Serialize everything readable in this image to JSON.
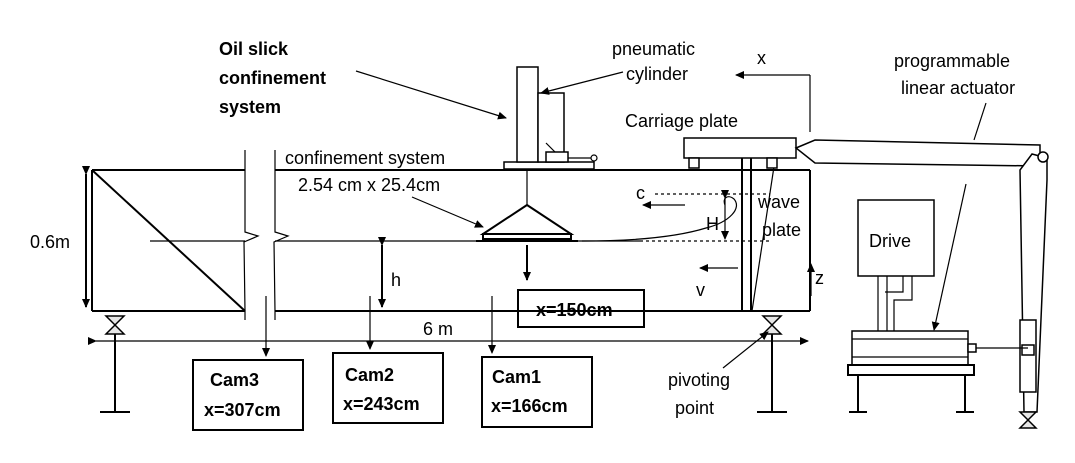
{
  "labels": {
    "system_title": [
      "Oil slick",
      "confinement",
      "system"
    ],
    "pneumatic": [
      "pneumatic",
      "cylinder"
    ],
    "actuator": [
      "programmable",
      "linear actuator"
    ],
    "carriage": "Carriage plate",
    "confinement": "confinement system",
    "confinement_size": "2.54 cm x 25.4cm",
    "depth_total": "0.6m",
    "depth_h": "h",
    "wave_height": "H",
    "celerity": "c",
    "velocity": "v",
    "wave_plate": [
      "wave",
      "plate"
    ],
    "axis_x": "x",
    "axis_z": "z",
    "tank_length": "6 m",
    "drive": "Drive",
    "pivot": [
      "pivoting",
      "point"
    ],
    "position_box": "x=150cm"
  },
  "cameras": [
    {
      "name": "Cam3",
      "pos": "x=307cm"
    },
    {
      "name": "Cam2",
      "pos": "x=243cm"
    },
    {
      "name": "Cam1",
      "pos": "x=166cm"
    }
  ]
}
